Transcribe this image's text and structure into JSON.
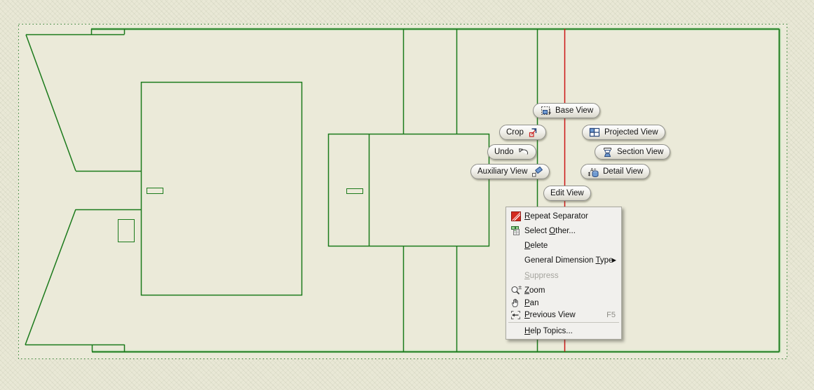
{
  "canvas": {
    "background_color": "#ebead9",
    "geometry_color": "#1b7a1b",
    "centerline_color": "#cc1414",
    "sheet_border_style": "dotted"
  },
  "marking_menu": {
    "buttons": [
      {
        "label": "Base View",
        "icon": "base-view-icon"
      },
      {
        "label": "Crop",
        "icon": "crop-icon"
      },
      {
        "label": "Undo",
        "icon": "undo-icon"
      },
      {
        "label": "Auxiliary View",
        "icon": "auxiliary-view-icon"
      },
      {
        "label": "Projected View",
        "icon": "projected-view-icon"
      },
      {
        "label": "Section View",
        "icon": "section-view-icon"
      },
      {
        "label": "Detail View",
        "icon": "detail-view-icon"
      },
      {
        "label": "Edit View",
        "icon": null
      }
    ]
  },
  "context_menu": {
    "items": [
      {
        "pre": "",
        "key": "R",
        "post": "epeat Separator",
        "icon": "repeat-separator-icon"
      },
      {
        "pre": "Select ",
        "key": "O",
        "post": "ther...",
        "icon": "select-other-icon"
      },
      {
        "pre": "",
        "key": "D",
        "post": "elete"
      },
      {
        "pre": "General Dimension ",
        "key": "T",
        "post": "ype",
        "submenu": true
      },
      {
        "pre": "",
        "key": "S",
        "post": "uppress",
        "disabled": true
      },
      {
        "pre": "",
        "key": "Z",
        "post": "oom",
        "icon": "zoom-icon"
      },
      {
        "pre": "",
        "key": "P",
        "post": "an",
        "icon": "pan-icon"
      },
      {
        "pre": "",
        "key": "P",
        "post": "revious View",
        "icon": "previous-view-icon",
        "shortcut": "F5"
      },
      {
        "pre": "",
        "key": "H",
        "post": "elp Topics..."
      }
    ]
  },
  "icons": {
    "submenu_arrow": "▶",
    "zoom_plusminus": "±",
    "detail_letter": "A"
  }
}
